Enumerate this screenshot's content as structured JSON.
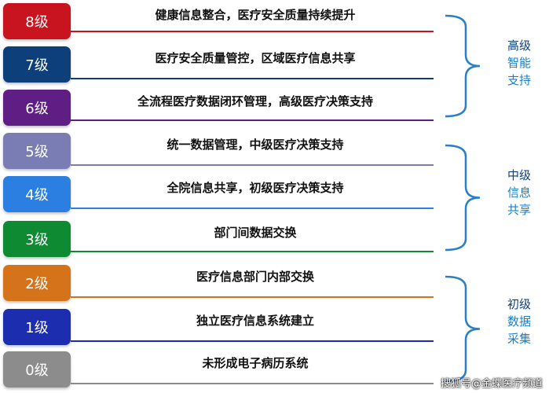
{
  "levels": [
    {
      "badge": "8级",
      "text": "健康信息整合，医疗安全质量持续提升",
      "color": "#c8141e"
    },
    {
      "badge": "7级",
      "text": "医疗安全质量管控，区域医疗信息共享",
      "color": "#0d3f7a"
    },
    {
      "badge": "6级",
      "text": "全流程医疗数据闭环管理，高级医疗决策支持",
      "color": "#5e1e84"
    },
    {
      "badge": "5级",
      "text": "统一数据管理，中级医疗决策支持",
      "color": "#7a7db4"
    },
    {
      "badge": "4级",
      "text": "全院信息共享，初级医疗决策支持",
      "color": "#2a7fe0"
    },
    {
      "badge": "3级",
      "text": "部门间数据交换",
      "color": "#0d8a32"
    },
    {
      "badge": "2级",
      "text": "医疗信息部门内部交换",
      "color": "#d4731a"
    },
    {
      "badge": "1级",
      "text": "独立医疗信息系统建立",
      "color": "#1d2db0"
    },
    {
      "badge": "0级",
      "text": "未形成电子病历系统",
      "color": "#8c8c8c"
    }
  ],
  "groups": [
    {
      "lines": [
        "高级",
        "智能",
        "支持"
      ],
      "first_color": "#0d3f7a",
      "rest_color": "#1a7fc8"
    },
    {
      "lines": [
        "中级",
        "信息",
        "共享"
      ],
      "first_color": "#0d3f7a",
      "rest_color": "#1a7fc8"
    },
    {
      "lines": [
        "初级",
        "数据",
        "采集"
      ],
      "first_color": "#0d3f7a",
      "rest_color": "#1a7fc8"
    }
  ],
  "brace_color": "#2a7fc8",
  "watermark": "搜狐号@金蝶医疗频道"
}
